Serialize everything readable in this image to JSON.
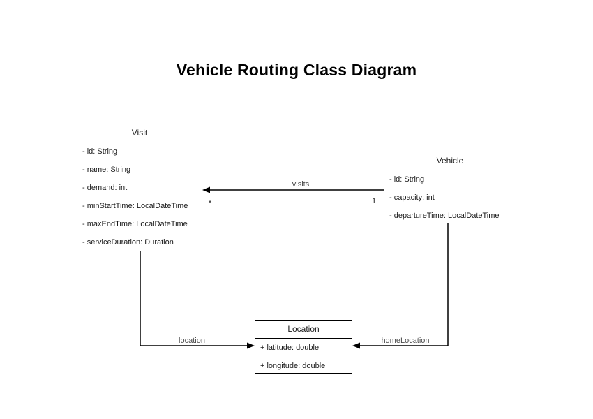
{
  "title": "Vehicle Routing Class Diagram",
  "colors": {
    "background": "#ffffff",
    "box_fill": "#ffffff",
    "box_border": "#000000",
    "line": "#000000",
    "class_text": "#1a1a1a",
    "relation_label": "#4d4d4d"
  },
  "classes": [
    {
      "name": "Visit",
      "attributes": [
        "- id: String",
        "- name: String",
        "- demand: int",
        "- minStartTime: LocalDateTime",
        "- maxEndTime: LocalDateTime",
        "- serviceDuration: Duration"
      ]
    },
    {
      "name": "Vehicle",
      "attributes": [
        "- id: String",
        "- capacity: int",
        "- departureTime: LocalDateTime"
      ]
    },
    {
      "name": "Location",
      "attributes": [
        "+ latitude: double",
        "+ longitude: double"
      ]
    }
  ],
  "relations": [
    {
      "label": "visits",
      "from": "Vehicle",
      "to": "Visit",
      "source_multiplicity": "1",
      "target_multiplicity": "*"
    },
    {
      "label": "location",
      "from": "Visit",
      "to": "Location"
    },
    {
      "label": "homeLocation",
      "from": "Vehicle",
      "to": "Location"
    }
  ]
}
